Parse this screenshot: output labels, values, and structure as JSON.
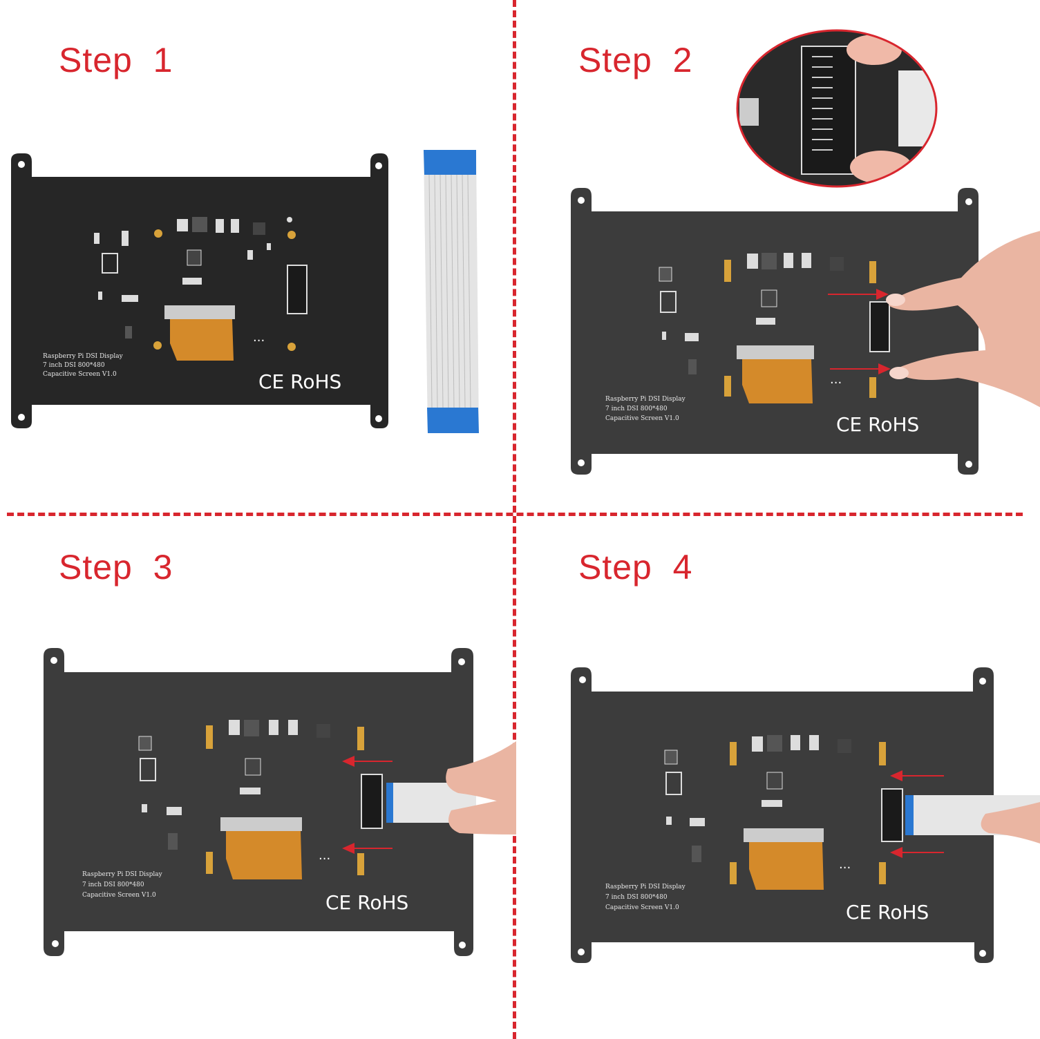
{
  "colors": {
    "accent": "#d8262e",
    "board": "#2b2b2b",
    "board_light": "#4a4a4a",
    "flex": "#d48a2a",
    "cable_blue": "#2a78d2",
    "cable_gray": "#e6e6e6"
  },
  "steps": [
    {
      "title": "Step  1",
      "silkscreen": [
        "Raspberry Pi DSI Display",
        "7 inch DSI 800*480",
        "Capacitive  Screen V1.0"
      ],
      "mark": "CE RoHS",
      "dots": "..."
    },
    {
      "title": "Step  2",
      "silkscreen": [
        "Raspberry Pi DSI Display",
        "7 inch DSI 800*480",
        "Capacitive  Screen V1.0"
      ],
      "mark": "CE RoHS",
      "dots": "..."
    },
    {
      "title": "Step  3",
      "silkscreen": [
        "Raspberry Pi DSI Display",
        "7 inch DSI 800*480",
        "Capacitive  Screen V1.0"
      ],
      "mark": "CE RoHS",
      "dots": "..."
    },
    {
      "title": "Step  4",
      "silkscreen": [
        "Raspberry Pi DSI Display",
        "7 inch DSI 800*480",
        "Capacitive  Screen V1.0"
      ],
      "mark": "CE RoHS",
      "dots": "..."
    }
  ],
  "icons": [
    "red-arrow-icon",
    "finger-icon",
    "ribbon-cable-icon",
    "zoom-inset-icon"
  ]
}
